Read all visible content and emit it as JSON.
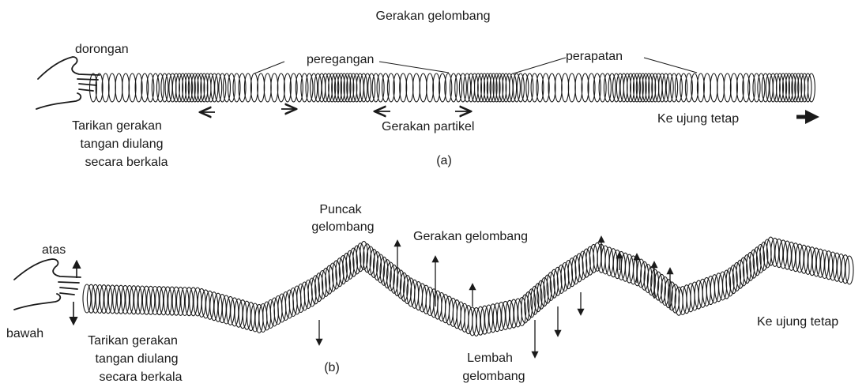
{
  "colors": {
    "ink": "#1a1a1a",
    "background": "#ffffff"
  },
  "panel_a": {
    "title": "Gerakan gelombang",
    "push_label": "dorongan",
    "rarefaction_label": "peregangan",
    "compression_label": "perapatan",
    "particle_motion_label": "Gerakan partikel",
    "fixed_end_label": "Ke ujung tetap",
    "hand_note": [
      "Tarikan gerakan",
      "tangan diulang",
      "secara berkala"
    ],
    "caption": "(a)"
  },
  "panel_b": {
    "crest_label": [
      "Puncak",
      "gelombang"
    ],
    "wave_motion_label": "Gerakan gelombang",
    "up_label": "atas",
    "down_label": "bawah",
    "trough_label": [
      "Lembah",
      "gelombang"
    ],
    "fixed_end_label": "Ke ujung tetap",
    "hand_note": [
      "Tarikan gerakan",
      "tangan diulang",
      "secara berkala"
    ],
    "caption": "(b)"
  }
}
